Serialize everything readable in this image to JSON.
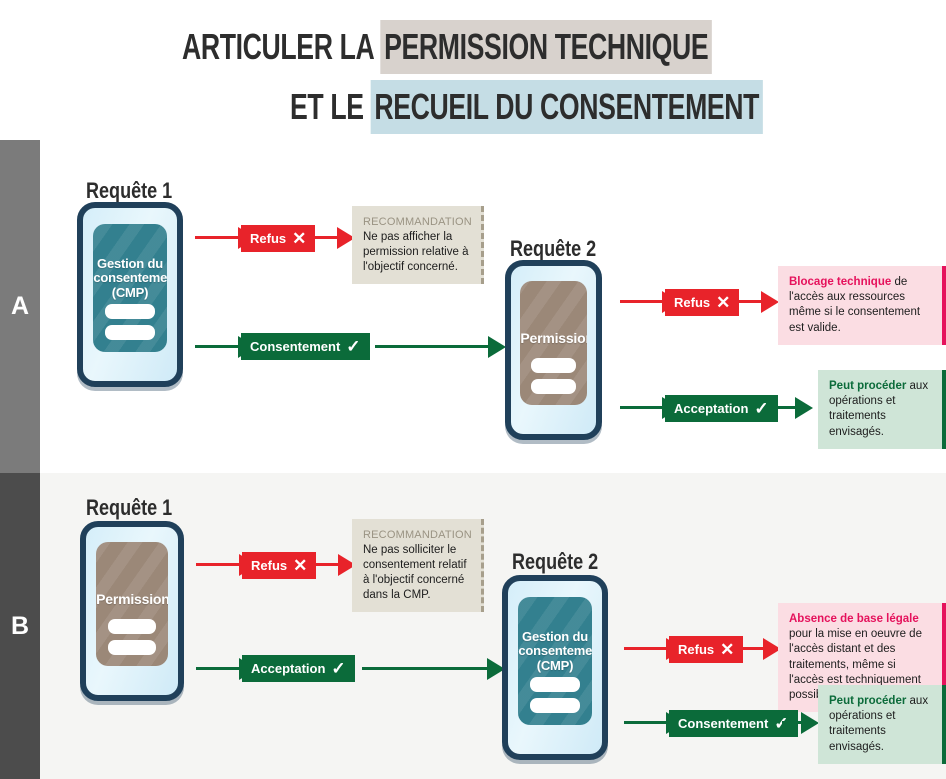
{
  "title": {
    "line1_plain": "ARTICULER LA ",
    "line1_highlight": "PERMISSION TECHNIQUE",
    "line2_plain": "ET LE ",
    "line2_highlight": "RECUEIL DU CONSENTEMENT",
    "highlight1_color": "#d8d2cd",
    "highlight2_color": "#c5dde5"
  },
  "colors": {
    "red": "#e8232a",
    "green": "#0b6b3a",
    "magenta": "#e5125c",
    "phone_border": "#20405a",
    "teal": "#33808f",
    "taupe": "#9b8878",
    "rail_a": "#7b7b7b",
    "rail_b": "#4c4c4c"
  },
  "sections": [
    {
      "letter": "A",
      "request1": {
        "heading": "Requête 1",
        "phone_screen_text": "Gestion du\nconsentement\n(CMP)",
        "phone_type": "cmp",
        "refusal_chip": "Refus",
        "refusal_mark": "✕",
        "consent_chip": "Consentement",
        "consent_mark": "✓",
        "reco_kicker": "RECOMMANDATION",
        "reco_body": "Ne pas afficher la permission relative à l'objectif concerné."
      },
      "request2": {
        "heading": "Requête 2",
        "phone_screen_text": "Permission",
        "phone_type": "permission",
        "refusal_chip": "Refus",
        "refusal_mark": "✕",
        "accept_chip": "Acceptation",
        "accept_mark": "✓",
        "outcome_negative_lead": "Blocage technique",
        "outcome_negative_rest": " de l'accès aux ressources même si le consentement est valide.",
        "outcome_positive_lead": "Peut procéder",
        "outcome_positive_rest": " aux opérations et traitements envisagés."
      }
    },
    {
      "letter": "B",
      "request1": {
        "heading": "Requête 1",
        "phone_screen_text": "Permission",
        "phone_type": "permission",
        "refusal_chip": "Refus",
        "refusal_mark": "✕",
        "consent_chip": "Acceptation",
        "consent_mark": "✓",
        "reco_kicker": "RECOMMANDATION",
        "reco_body": "Ne pas solliciter le consentement relatif à l'objectif concerné dans la CMP."
      },
      "request2": {
        "heading": "Requête 2",
        "phone_screen_text": "Gestion du\nconsentement\n(CMP)",
        "phone_type": "cmp",
        "refusal_chip": "Refus",
        "refusal_mark": "✕",
        "accept_chip": "Consentement",
        "accept_mark": "✓",
        "outcome_negative_lead": "Absence de base légale",
        "outcome_negative_rest": " pour la mise en oeuvre de l'accès distant et des traitements, même si l'accès est techniquement possible.",
        "outcome_positive_lead": "Peut procéder",
        "outcome_positive_rest": " aux opérations et traitements envisagés."
      }
    }
  ]
}
